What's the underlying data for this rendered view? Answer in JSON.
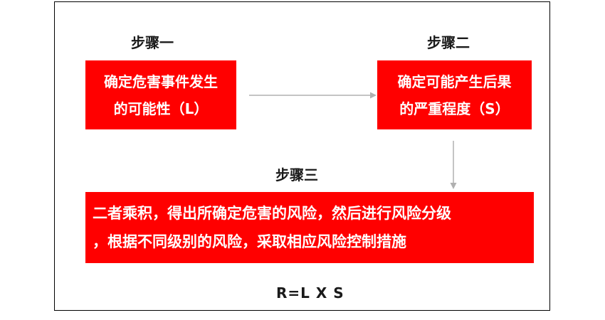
{
  "colors": {
    "box_fill": "#ff0000",
    "text_on_box": "#ffffff",
    "arrow": "#b0b0b0",
    "label_text": "#1a1a1a",
    "frame_border": "#000000"
  },
  "steps": [
    {
      "label": "步骤一",
      "box_lines": [
        "确定危害事件发生",
        "的可能性（L）"
      ]
    },
    {
      "label": "步骤二",
      "box_lines": [
        "确定可能产生后果",
        "的严重程度（S）"
      ]
    },
    {
      "label": "步骤三",
      "box_lines": [
        "二者乘积，得出所确定危害的风险，然后进行风险分级",
        "，根据不同级别的风险，采取相应风险控制措施"
      ]
    }
  ],
  "formula": "R=L X S"
}
